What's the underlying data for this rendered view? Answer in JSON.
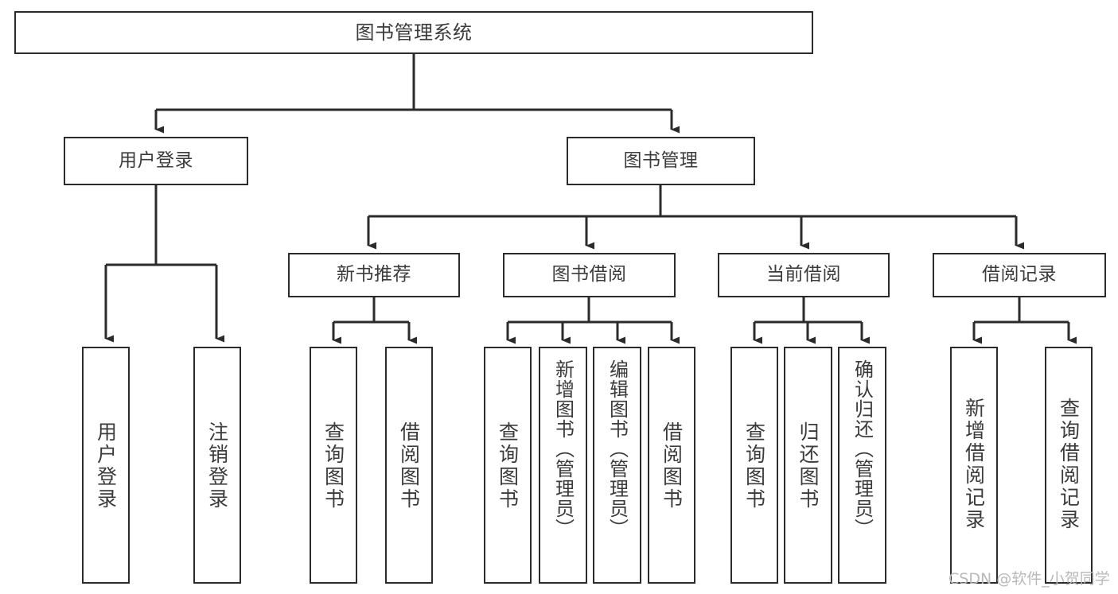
{
  "diagram": {
    "type": "tree-hierarchy",
    "title": "图书管理系统",
    "watermark": "CSDN @软件_小贺同学",
    "colors": {
      "stroke": "#2b2b2b",
      "fill": "#ffffff",
      "text": "#3b3b3b",
      "watermark": "#b9b9b9"
    },
    "nodes": {
      "root": {
        "label": "图书管理系统",
        "level": 0,
        "orientation": "horizontal"
      },
      "level1": [
        {
          "id": "user-login",
          "label": "用户登录",
          "orientation": "horizontal"
        },
        {
          "id": "book-manage",
          "label": "图书管理",
          "orientation": "horizontal"
        }
      ],
      "level2": [
        {
          "id": "new-book-rec",
          "label": "新书推荐",
          "orientation": "horizontal",
          "parent": "book-manage"
        },
        {
          "id": "book-borrow",
          "label": "图书借阅",
          "orientation": "horizontal",
          "parent": "book-manage"
        },
        {
          "id": "current-borrow",
          "label": "当前借阅",
          "orientation": "horizontal",
          "parent": "book-manage"
        },
        {
          "id": "borrow-record",
          "label": "借阅记录",
          "orientation": "horizontal",
          "parent": "book-manage"
        }
      ],
      "leaves": [
        {
          "id": "leaf-user-login",
          "label": "用户登录",
          "parent": "user-login"
        },
        {
          "id": "leaf-user-logout",
          "label": "注销登录",
          "parent": "user-login"
        },
        {
          "id": "leaf-query-book-1",
          "label": "查询图书",
          "parent": "new-book-rec"
        },
        {
          "id": "leaf-borrow-book-1",
          "label": "借阅图书",
          "parent": "new-book-rec"
        },
        {
          "id": "leaf-query-book-2",
          "label": "查询图书",
          "parent": "book-borrow"
        },
        {
          "id": "leaf-add-book",
          "label": "新增图书（管理员）",
          "parent": "book-borrow"
        },
        {
          "id": "leaf-edit-book",
          "label": "编辑图书（管理员）",
          "parent": "book-borrow"
        },
        {
          "id": "leaf-borrow-book-2",
          "label": "借阅图书",
          "parent": "book-borrow"
        },
        {
          "id": "leaf-query-book-3",
          "label": "查询图书",
          "parent": "current-borrow"
        },
        {
          "id": "leaf-return-book",
          "label": "归还图书",
          "parent": "current-borrow"
        },
        {
          "id": "leaf-confirm-return",
          "label": "确认归还（管理员）",
          "parent": "current-borrow"
        },
        {
          "id": "leaf-add-record",
          "label": "新增借阅记录",
          "parent": "borrow-record"
        },
        {
          "id": "leaf-query-record",
          "label": "查询借阅记录",
          "parent": "borrow-record"
        }
      ]
    }
  }
}
